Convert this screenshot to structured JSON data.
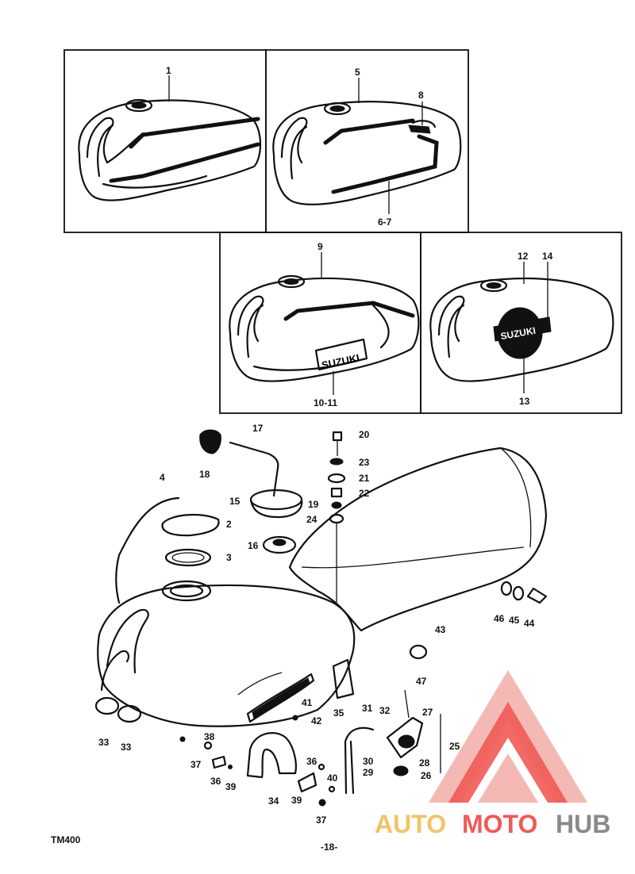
{
  "labels": {
    "p1": "1",
    "p2": "2",
    "p3": "3",
    "p4": "4",
    "p5": "5",
    "p6_7": "6-7",
    "p8": "8",
    "p9": "9",
    "p10_11": "10-11",
    "p12": "12",
    "p13": "13",
    "p14": "14",
    "p15": "15",
    "p16": "16",
    "p17": "17",
    "p18": "18",
    "p19": "19",
    "p20": "20",
    "p21": "21",
    "p22": "22",
    "p23": "23",
    "p24": "24",
    "p25": "25",
    "p26": "26",
    "p27": "27",
    "p28": "28",
    "p29": "29",
    "p30": "30",
    "p31": "31",
    "p32": "32",
    "p33a": "33",
    "p33b": "33",
    "p34": "34",
    "p35": "35",
    "p36a": "36",
    "p36b": "36",
    "p37a": "37",
    "p37b": "37",
    "p38": "38",
    "p39a": "39",
    "p39b": "39",
    "p40": "40",
    "p41": "41",
    "p42": "42",
    "p43": "43",
    "p44": "44",
    "p45": "45",
    "p46": "46",
    "p47": "47"
  },
  "emblem_text": "SUZUKI",
  "footer": {
    "model": "TM400",
    "page": "-18-"
  },
  "watermark": {
    "part1": "AUTO",
    "part2": "MOTO",
    "part3": "HUB"
  },
  "colors": {
    "ink": "#111111",
    "watermark_light": "#f4b9b5",
    "watermark_red": "#ef5a55",
    "watermark_grey": "#8a8a8a"
  }
}
